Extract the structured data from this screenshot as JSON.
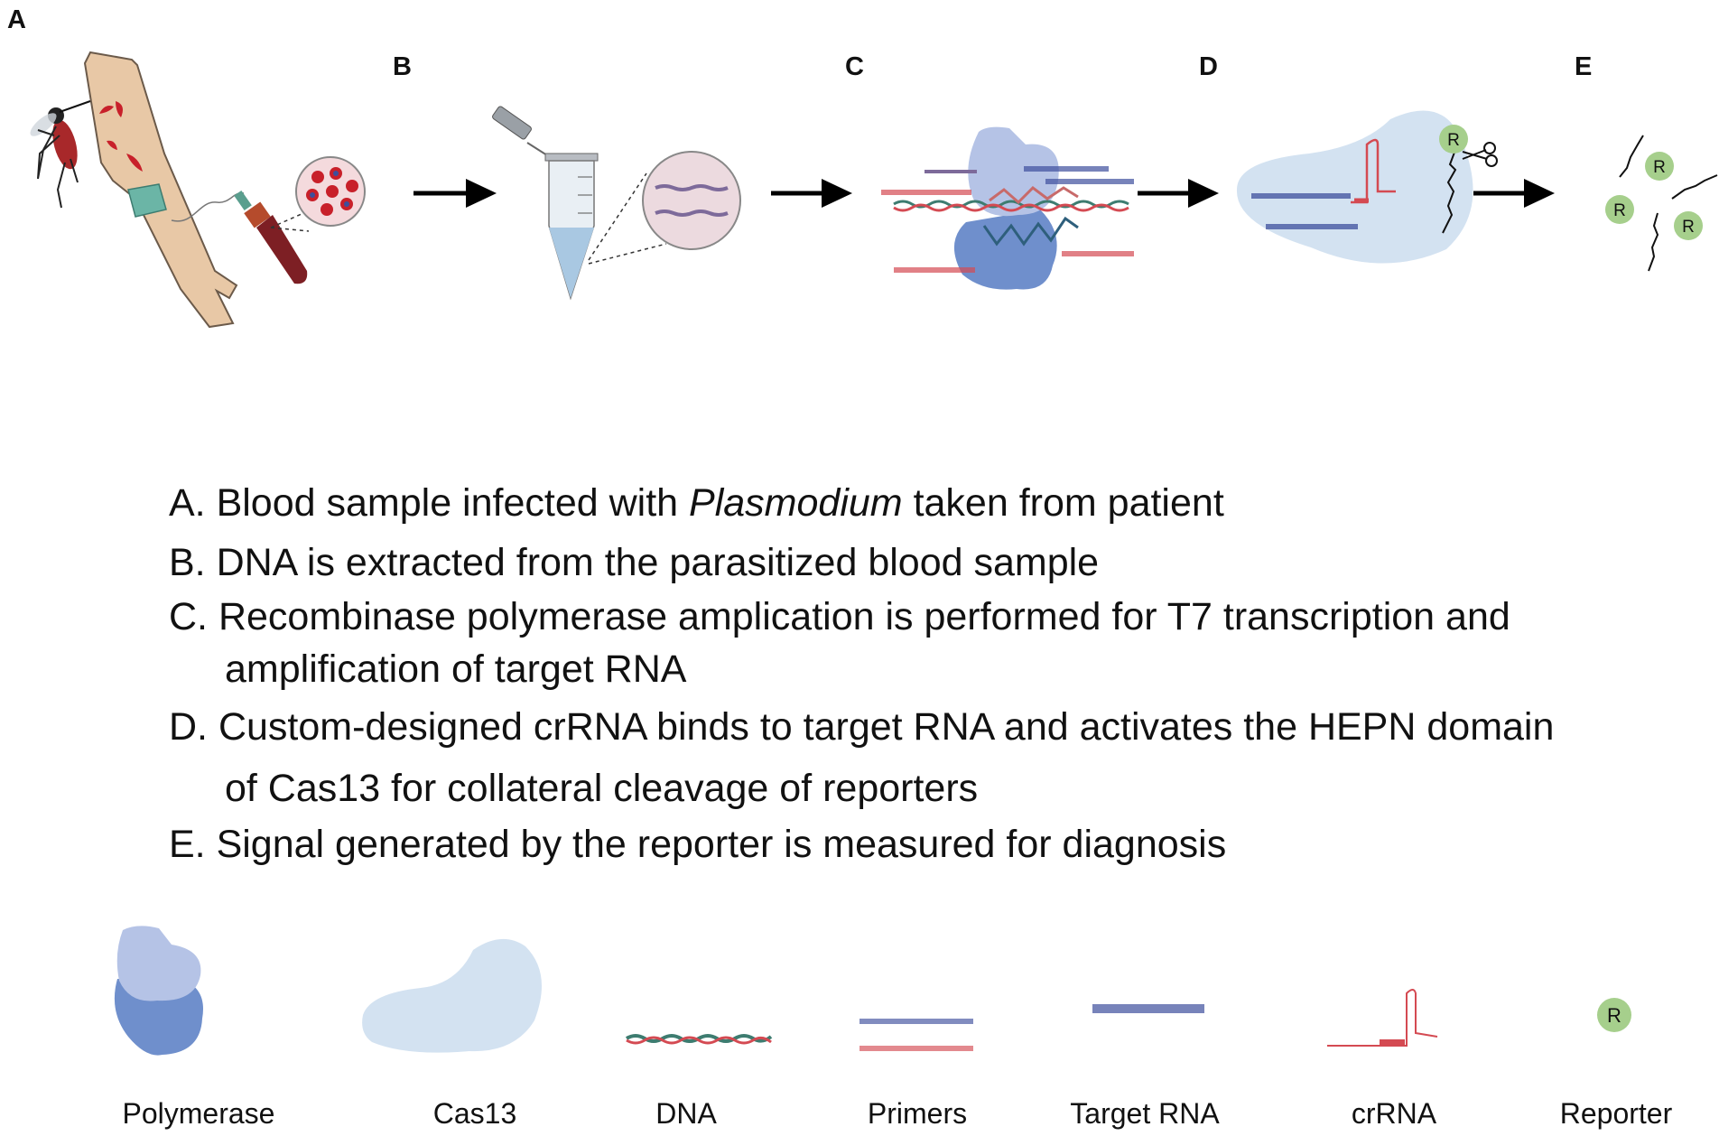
{
  "panels": {
    "a": "A",
    "b": "B",
    "c": "C",
    "d": "D",
    "e": "E"
  },
  "reporter_letter": "R",
  "steps": {
    "a": {
      "prefix": "A. Blood sample infected with ",
      "italic": "Plasmodium",
      "suffix": " taken from patient"
    },
    "b": {
      "text": "B. DNA is extracted from the parasitized blood sample"
    },
    "c": {
      "line1": "C. Recombinase polymerase amplication is performed for T7 transcription and",
      "line2": "amplification of target RNA"
    },
    "d": {
      "line1": "D. Custom-designed crRNA binds to target RNA and activates the HEPN domain",
      "line2": "of Cas13 for collateral cleavage of reporters"
    },
    "e": {
      "text": "E. Signal generated by the reporter is measured for diagnosis"
    }
  },
  "legend": [
    {
      "label": "Polymerase"
    },
    {
      "label": "Cas13"
    },
    {
      "label": "DNA"
    },
    {
      "label": "Primers"
    },
    {
      "label": "Target RNA"
    },
    {
      "label": "crRNA"
    },
    {
      "label": "Reporter"
    }
  ],
  "colors": {
    "skin": "#e8c8a6",
    "parasite_red": "#c8202a",
    "tube_fluid": "#a9c8e2",
    "polymerase_light": "#b5c3e6",
    "polymerase_dark": "#6f8fcc",
    "cas13": "#d3e2f1",
    "target_rna": "#3d4f9c",
    "crRNA": "#d44a52",
    "reporter": "#a6cf8c",
    "arrow": "#000000"
  },
  "icons": [
    "mosquito-icon",
    "arm-icon",
    "blood-tube-icon",
    "magnifier-icon",
    "microcentrifuge-tube-icon",
    "scissors-icon"
  ]
}
